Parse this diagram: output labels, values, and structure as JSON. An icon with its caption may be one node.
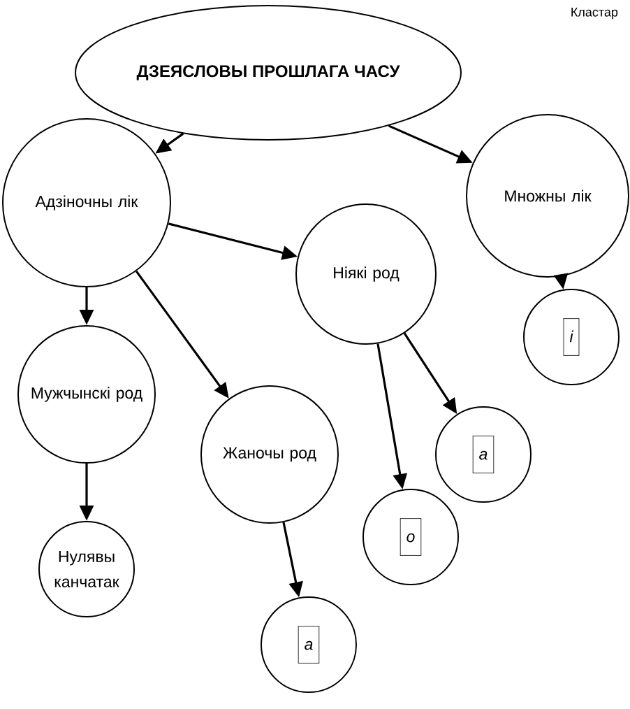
{
  "diagram": {
    "nodes": [
      {
        "text": [
          "ДЗЕЯСЛОВЫ ПРОШЛАГА ЧАСУ"
        ]
      },
      {
        "text": [
          "Адзіночны лік"
        ]
      },
      {
        "text": [
          "Множны лік"
        ]
      },
      {
        "text": [
          "Ніякі род"
        ]
      },
      {
        "text": [
          "і"
        ]
      },
      {
        "text": [
          "Мужчынскі род"
        ]
      },
      {
        "text": [
          "Жаночы род"
        ]
      },
      {
        "text": [
          "а"
        ]
      },
      {
        "text": [
          "о"
        ]
      },
      {
        "text": [
          "Нулявы канчатак"
        ]
      },
      {
        "text": [
          "а"
        ]
      }
    ],
    "edges": [
      {
        "from": 0,
        "to": 1,
        "arrow": "to"
      },
      {
        "from": 0,
        "to": 2,
        "arrow": "to"
      },
      {
        "from": 1,
        "to": 3,
        "arrow": "to"
      },
      {
        "from": 1,
        "to": 5,
        "arrow": "to"
      },
      {
        "from": 1,
        "to": 6,
        "arrow": "to"
      },
      {
        "from": 2,
        "to": 4,
        "arrow": "to"
      },
      {
        "from": 3,
        "to": 8,
        "arrow": "to"
      },
      {
        "from": 3,
        "to": 7,
        "arrow": "to"
      },
      {
        "from": 5,
        "to": 9,
        "arrow": "to"
      },
      {
        "from": 6,
        "to": 10,
        "arrow": "to"
      }
    ],
    "labels": [
      "Кластар"
    ]
  }
}
